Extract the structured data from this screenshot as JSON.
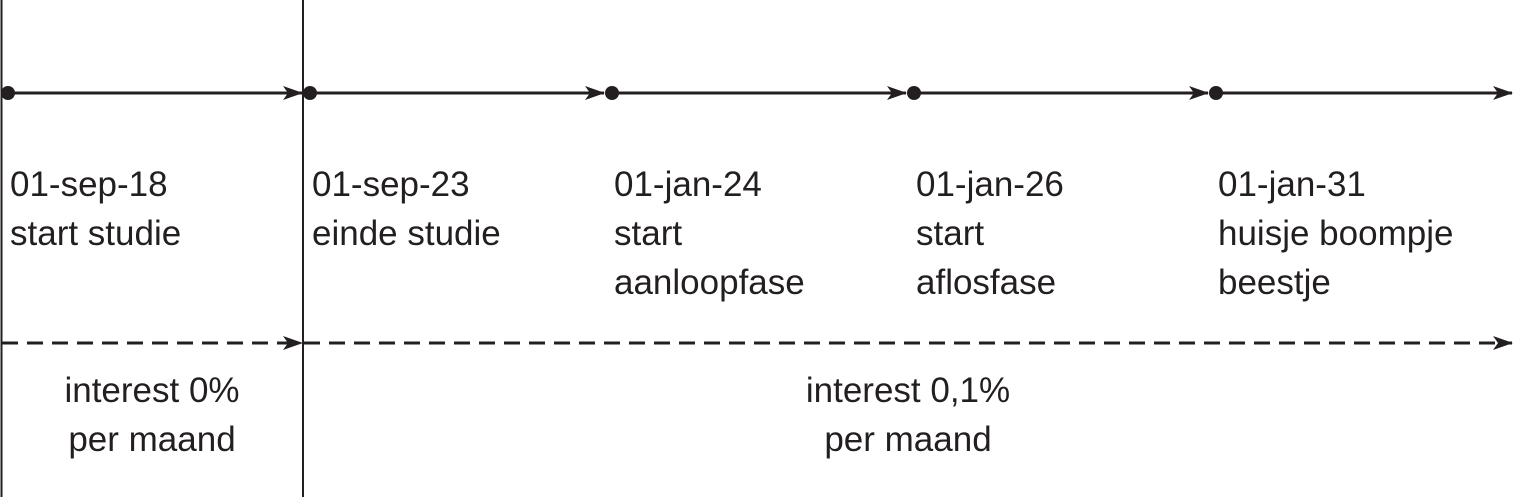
{
  "diagram": {
    "type": "timeline",
    "colors": {
      "stroke": "#231f20",
      "background": "#ffffff"
    },
    "milestones": [
      {
        "date": "01-sep-18",
        "lines": [
          "start studie"
        ]
      },
      {
        "date": "01-sep-23",
        "lines": [
          "einde studie"
        ]
      },
      {
        "date": "01-jan-24",
        "lines": [
          "start",
          "aanloopfase"
        ]
      },
      {
        "date": "01-jan-26",
        "lines": [
          "start",
          "aflosfase"
        ]
      },
      {
        "date": "01-jan-31",
        "lines": [
          "huisje boompje",
          "beestje"
        ]
      }
    ],
    "interest_periods": [
      {
        "lines": [
          "interest 0%",
          "per maand"
        ]
      },
      {
        "lines": [
          "interest 0,1%",
          "per maand"
        ]
      }
    ]
  }
}
